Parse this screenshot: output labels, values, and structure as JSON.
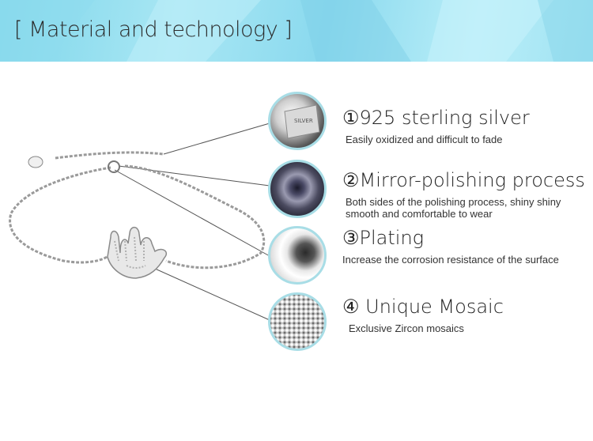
{
  "banner": {
    "title": "[ Material and technology ]"
  },
  "features": [
    {
      "number": "①",
      "title": "925 sterling silver",
      "description": "Easily oxidized and difficult to fade",
      "image": "silver-bar"
    },
    {
      "number": "②",
      "title": "Mirror-polishing process",
      "description": "Both sides of the polishing process, shiny shiny smooth and comfortable to wear",
      "image": "polishing-wheel"
    },
    {
      "number": "③",
      "title": "Plating",
      "description": "Increase the corrosion resistance of the surface",
      "image": "plated-surface"
    },
    {
      "number": "④",
      "title": " Unique Mosaic",
      "description": "Exclusive Zircon mosaics",
      "image": "zircon-closeup"
    }
  ],
  "product": {
    "image": "hamsa-hand-bracelet",
    "bar_lettering": "SILVER"
  },
  "colors": {
    "banner": "#9fe2f2",
    "circle_border": "#a8dde6",
    "text": "#222222"
  }
}
